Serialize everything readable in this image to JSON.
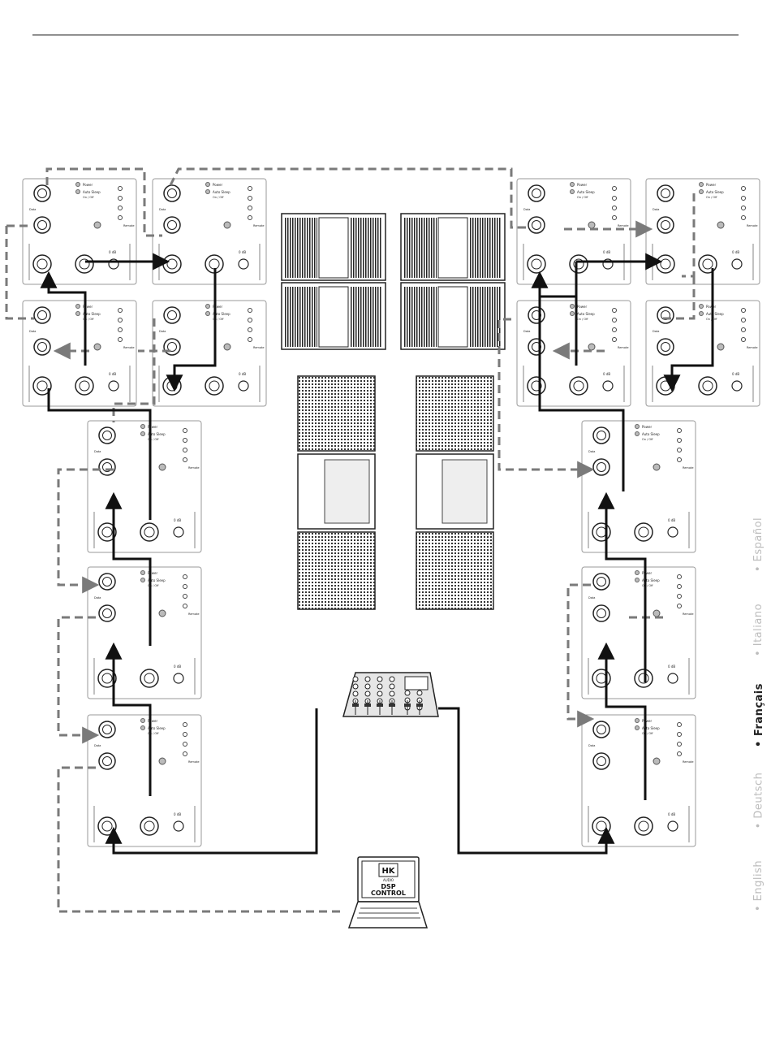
{
  "panel_labels": {
    "power": "Power",
    "auto_sleep": "Auto Sleep",
    "on_off": "On / Off",
    "remote": "Remote",
    "gain": "0 dB",
    "data": "Data"
  },
  "laptop": {
    "logo": "HK",
    "logo_sub": "AUDIO",
    "line1": "DSP",
    "line2": "CONTROL"
  },
  "languages": [
    "• English",
    "• Deutsch",
    "• Français",
    "• Italiano",
    "• Español"
  ],
  "active_language_index": 2,
  "colors": {
    "signal_line": "#111111",
    "data_line": "#7a7a7a",
    "panel_border": "#9a9a9a",
    "inactive_language": "#bdbdbd"
  }
}
